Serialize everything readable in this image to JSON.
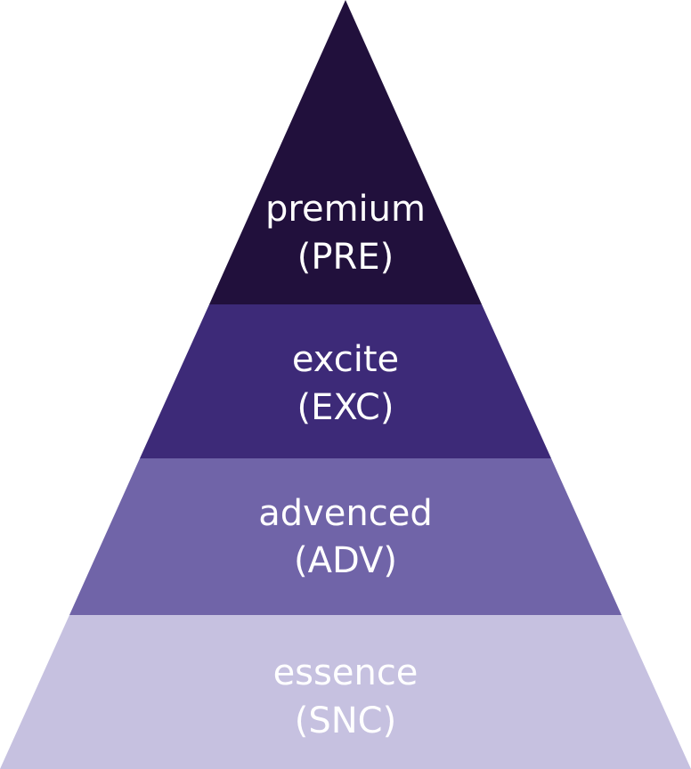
{
  "diagram": {
    "tiers": [
      {
        "name": "premium",
        "code": "(PRE)",
        "color": "#21103c"
      },
      {
        "name": "excite",
        "code": "(EXC)",
        "color": "#3d2a78"
      },
      {
        "name": "advenced",
        "code": "(ADV)",
        "color": "#7064a8"
      },
      {
        "name": "essence",
        "code": "(SNC)",
        "color": "#c6c1e0"
      }
    ]
  }
}
